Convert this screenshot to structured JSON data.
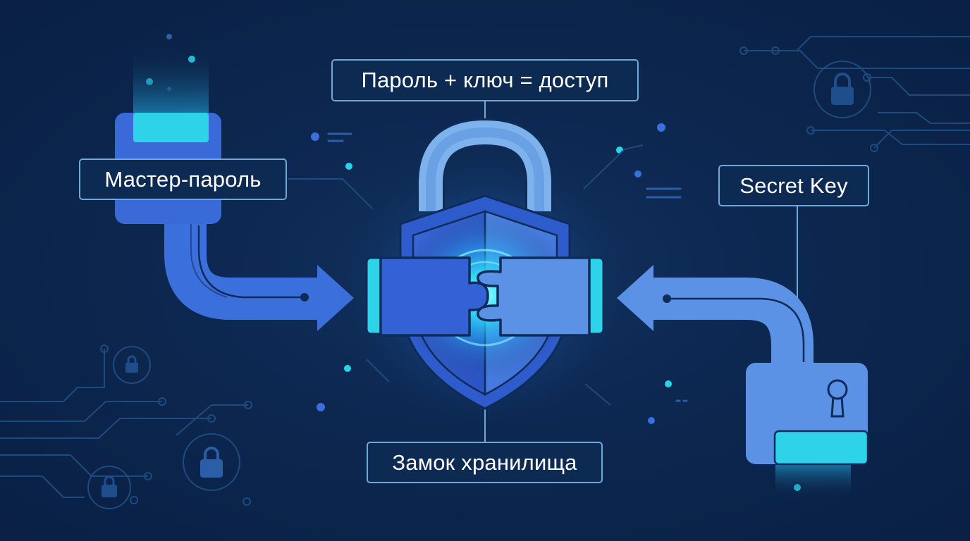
{
  "labels": {
    "access_formula": "Пароль + ключ = доступ",
    "master_password": "Мастер-пароль",
    "secret_key": "Secret Key",
    "vault_lock": "Замок хранилища"
  },
  "icons": [
    "master-password-device-icon",
    "secret-key-padlock-icon",
    "vault-padlock-icon",
    "shield-icon",
    "puzzle-piece-left-icon",
    "puzzle-piece-right-icon",
    "arrow-right-icon",
    "arrow-left-icon",
    "small-lock-icon"
  ],
  "colors": {
    "background": "#0b2447",
    "primary_blue": "#3b6fdc",
    "light_blue": "#5b95e6",
    "cyan_accent": "#29d3ea",
    "glow": "#3ff0ff",
    "label_border": "#6fa9d8",
    "circuit": "#1f4a7e"
  }
}
